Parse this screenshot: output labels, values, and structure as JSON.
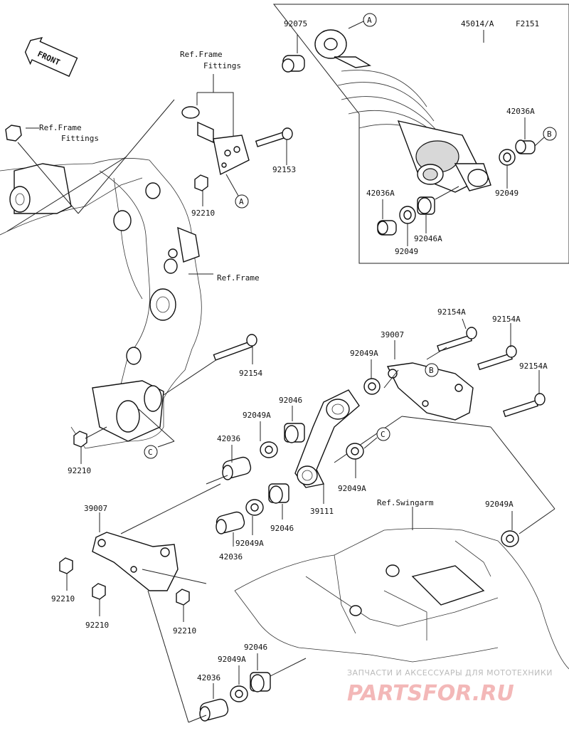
{
  "diagram_code": "F2151",
  "front_arrow": "FRONT",
  "callouts": {
    "ref_frame_fittings_top": "Ref.Frame Fittings",
    "ref_frame_fittings_left": "Ref.Frame Fittings",
    "ref_frame": "Ref.Frame",
    "ref_swingarm": "Ref.Swingarm"
  },
  "parts": {
    "p92075": "92075",
    "p45014A": "45014/A",
    "p42036A_r": "42036A",
    "p92049_r": "92049",
    "p42036A_l": "42036A",
    "p92046A": "92046A",
    "p92049_b": "92049",
    "p92153": "92153",
    "p92210_top": "92210",
    "p92154": "92154",
    "p92210_mid": "92210",
    "p92154A_1": "92154A",
    "p92154A_2": "92154A",
    "p92154A_3": "92154A",
    "p39007_r": "39007",
    "p92049A_1": "92049A",
    "p92046_1": "92046",
    "p92049A_2": "92049A",
    "p42036_1": "42036",
    "p92049A_3": "92049A",
    "p39111": "39111",
    "p92046_2": "92046",
    "p92049A_4": "92049A",
    "p42036_2": "42036",
    "p39007_l": "39007",
    "p92210_a": "92210",
    "p92210_b": "92210",
    "p92210_c": "92210",
    "p92049A_5": "92049A",
    "p92049A_6": "92049A",
    "p92046_3": "92046",
    "p42036_3": "42036"
  },
  "markers": {
    "a1": "A",
    "a2": "A",
    "b1": "B",
    "b2": "B",
    "c1": "C",
    "c2": "C"
  },
  "watermark": {
    "line1": "ЗАПЧАСТИ И АКСЕССУАРЫ ДЛЯ МОТОТЕХНИКИ",
    "line2": "PARTSFOR.RU"
  }
}
